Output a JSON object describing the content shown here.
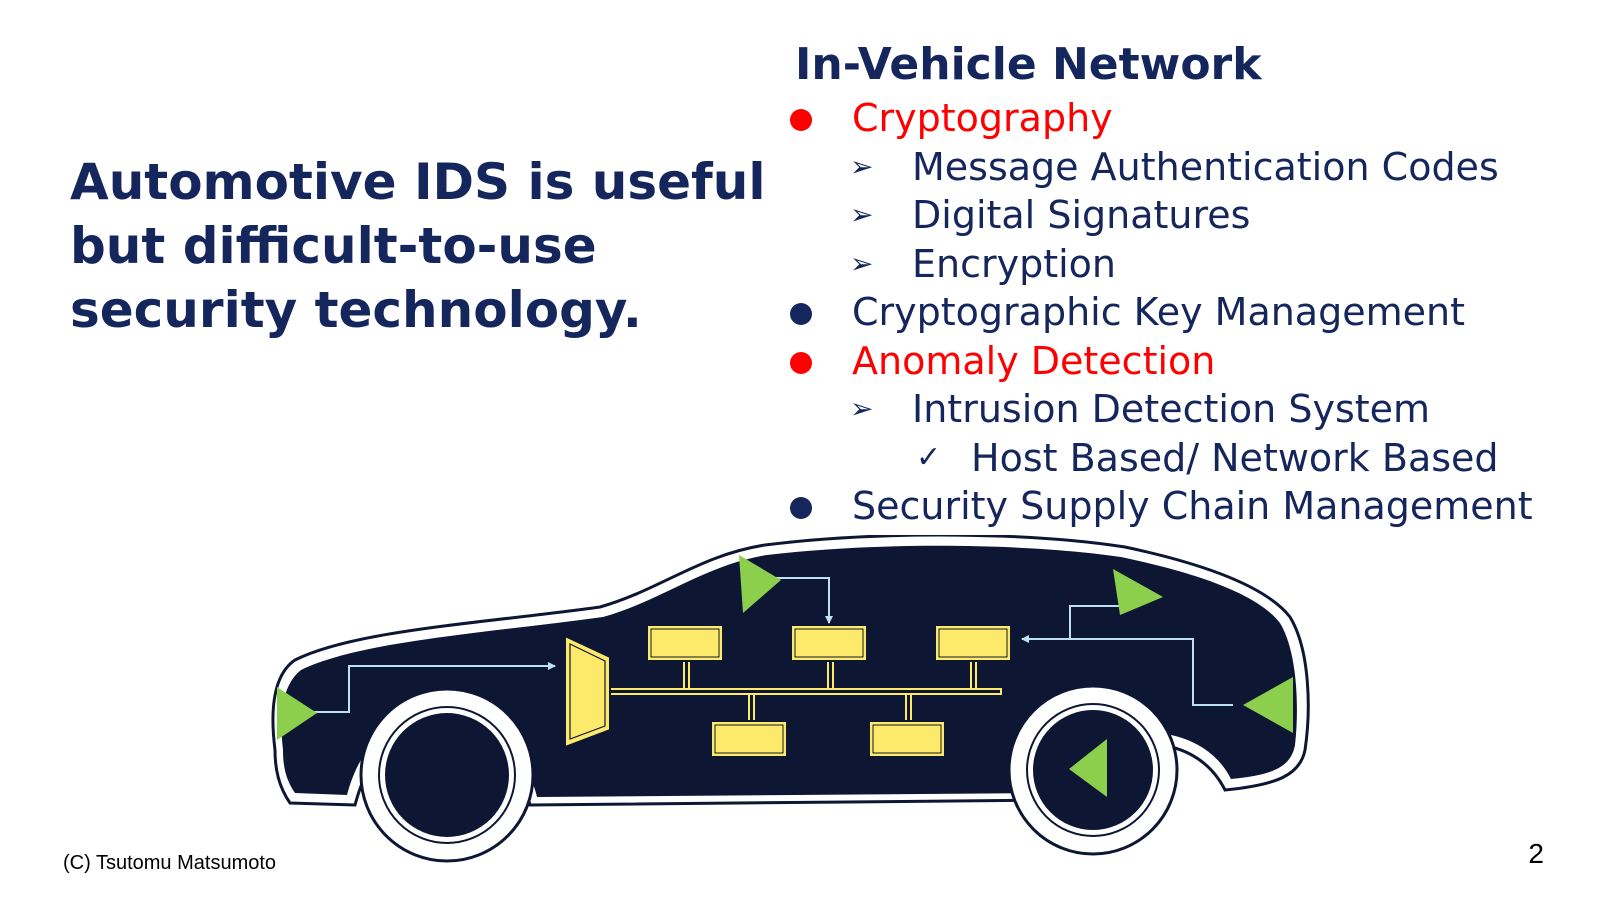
{
  "slide": {
    "headline_lines": [
      "Automotive IDS is useful",
      "but difficult-to-use",
      "security technology."
    ],
    "network_title": "In-Vehicle Network",
    "topics": [
      {
        "level": 0,
        "marker": "bullet",
        "text": "Cryptography",
        "color": "#ff0000"
      },
      {
        "level": 1,
        "marker": "arrow",
        "text": "Message Authentication Codes"
      },
      {
        "level": 1,
        "marker": "arrow",
        "text": "Digital Signatures"
      },
      {
        "level": 1,
        "marker": "arrow",
        "text": "Encryption"
      },
      {
        "level": 0,
        "marker": "bullet",
        "text": "Cryptographic Key Management",
        "color": "#14265c"
      },
      {
        "level": 0,
        "marker": "bullet",
        "text": "Anomaly Detection",
        "color": "#ff0000"
      },
      {
        "level": 1,
        "marker": "arrow",
        "text": "Intrusion Detection System"
      },
      {
        "level": 2,
        "marker": "check",
        "text": "Host Based/ Network Based"
      },
      {
        "level": 0,
        "marker": "bullet",
        "text": "Security Supply Chain Management",
        "color": "#14265c"
      }
    ],
    "footer": "(C) Tsutomu Matsumoto",
    "page_number": "2"
  },
  "colors": {
    "navy": "#14265c",
    "accent_red": "#ff0000",
    "car_body": "#0d1733",
    "ecu_yellow": "#fde96a",
    "ecu_outline": "#c9b300",
    "sensor_green": "#8ccf4d",
    "wire": "#bfe0ee"
  },
  "icons": {
    "level0": "filled-circle-bullet",
    "level1": "arrowhead-bullet",
    "level2": "check-mark-bullet"
  },
  "glyphs": {
    "arrow": "➢",
    "check": "✓"
  }
}
